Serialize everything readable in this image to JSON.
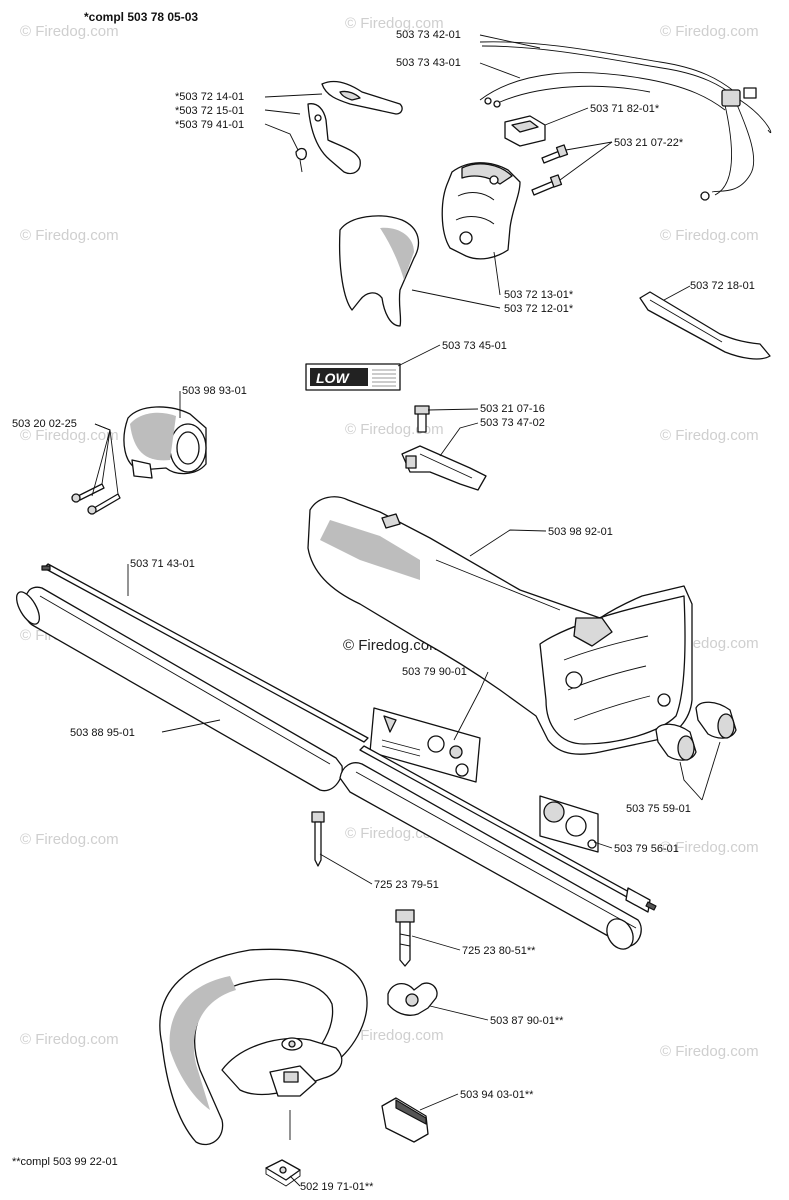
{
  "title": "*compl 503 78 05-03",
  "watermark": "© Firedog.com",
  "center_watermark": "© Firedog.com",
  "logo_text": "LOW",
  "parts": [
    {
      "id": "p1",
      "label": "503 73 42-01"
    },
    {
      "id": "p2",
      "label": "503 73 43-01"
    },
    {
      "id": "p3",
      "label": "*503 72 14-01"
    },
    {
      "id": "p4",
      "label": "*503 72 15-01"
    },
    {
      "id": "p5",
      "label": "*503 79 41-01"
    },
    {
      "id": "p6",
      "label": "503 71 82-01*"
    },
    {
      "id": "p7",
      "label": "503 21 07-22*"
    },
    {
      "id": "p8",
      "label": "503 72 13-01*"
    },
    {
      "id": "p9",
      "label": "503 72 12-01*"
    },
    {
      "id": "p10",
      "label": "503 72 18-01"
    },
    {
      "id": "p11",
      "label": "503 73 45-01"
    },
    {
      "id": "p12",
      "label": "503 98 93-01"
    },
    {
      "id": "p13",
      "label": "503 20 02-25"
    },
    {
      "id": "p14",
      "label": "503 21 07-16"
    },
    {
      "id": "p15",
      "label": "503 73 47-02"
    },
    {
      "id": "p16",
      "label": "503 98 92-01"
    },
    {
      "id": "p17",
      "label": "503 71 43-01"
    },
    {
      "id": "p18",
      "label": "503 79 90-01"
    },
    {
      "id": "p19",
      "label": "503 88 95-01"
    },
    {
      "id": "p20",
      "label": "503 75 59-01"
    },
    {
      "id": "p21",
      "label": "503 79 56-01"
    },
    {
      "id": "p22",
      "label": "725 23 79-51"
    },
    {
      "id": "p23",
      "label": "725 23 80-51**"
    },
    {
      "id": "p24",
      "label": "503 87 90-01**"
    },
    {
      "id": "p25",
      "label": "503 94 03-01**"
    },
    {
      "id": "p26",
      "label": "**compl 503 99 22-01"
    },
    {
      "id": "p27",
      "label": "502 19 71-01**"
    }
  ]
}
